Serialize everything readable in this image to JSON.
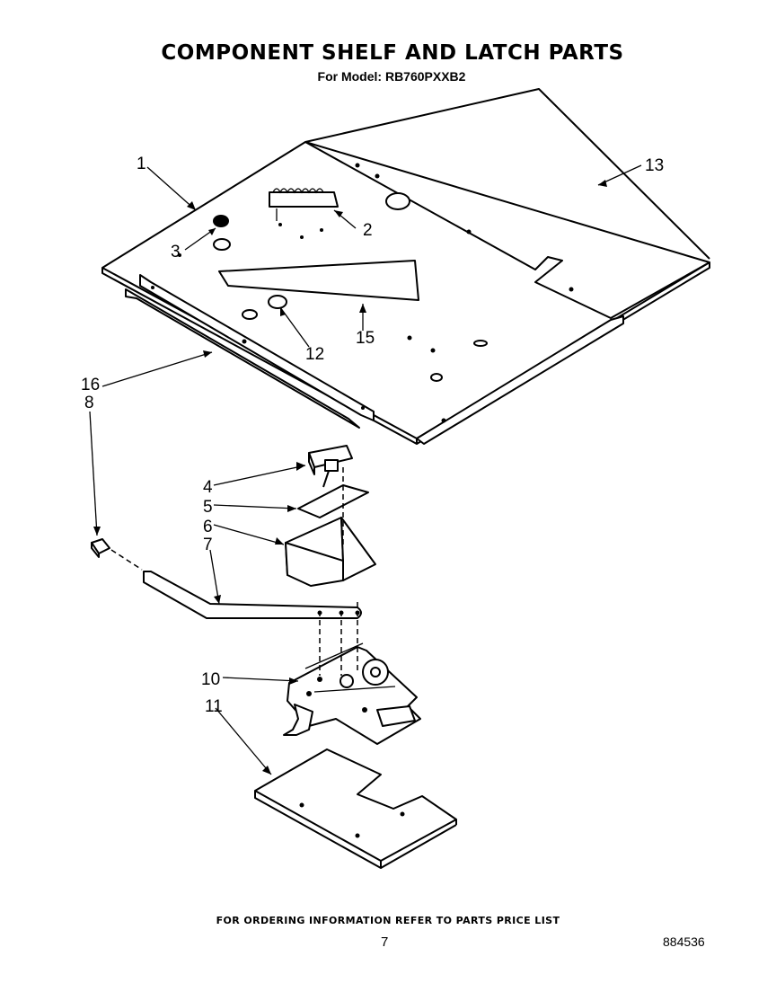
{
  "title": "COMPONENT SHELF AND LATCH PARTS",
  "subtitle": "For Model: RB760PXXB2",
  "footer_note": "FOR ORDERING INFORMATION REFER TO PARTS PRICE LIST",
  "page_number": "7",
  "document_number": "884536",
  "callouts": [
    {
      "id": "c1",
      "label": "1"
    },
    {
      "id": "c2",
      "label": "2"
    },
    {
      "id": "c3",
      "label": "3"
    },
    {
      "id": "c4",
      "label": "4"
    },
    {
      "id": "c5",
      "label": "5"
    },
    {
      "id": "c6",
      "label": "6"
    },
    {
      "id": "c7",
      "label": "7"
    },
    {
      "id": "c8",
      "label": "8"
    },
    {
      "id": "c10",
      "label": "10"
    },
    {
      "id": "c11",
      "label": "11"
    },
    {
      "id": "c12",
      "label": "12"
    },
    {
      "id": "c13",
      "label": "13"
    },
    {
      "id": "c15",
      "label": "15"
    },
    {
      "id": "c16",
      "label": "16"
    }
  ]
}
